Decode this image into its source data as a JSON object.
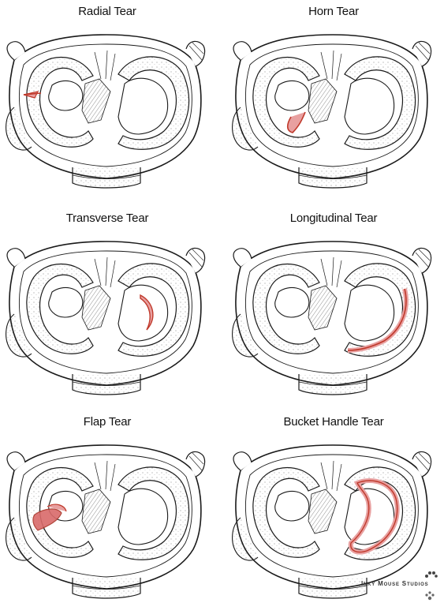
{
  "panels": [
    {
      "title": "Radial Tear",
      "tear": "radial"
    },
    {
      "title": "Horn Tear",
      "tear": "horn"
    },
    {
      "title": "Transverse Tear",
      "tear": "transverse"
    },
    {
      "title": "Longitudinal Tear",
      "tear": "longitudinal"
    },
    {
      "title": "Flap Tear",
      "tear": "flap"
    },
    {
      "title": "Bucket Handle Tear",
      "tear": "bucket-handle"
    }
  ],
  "credit": "Inky Mouse Studios",
  "colors": {
    "ink": "#1a1a1a",
    "tear": "#c0392b",
    "tear_glow": "#e8a0a0",
    "paper": "#ffffff"
  }
}
